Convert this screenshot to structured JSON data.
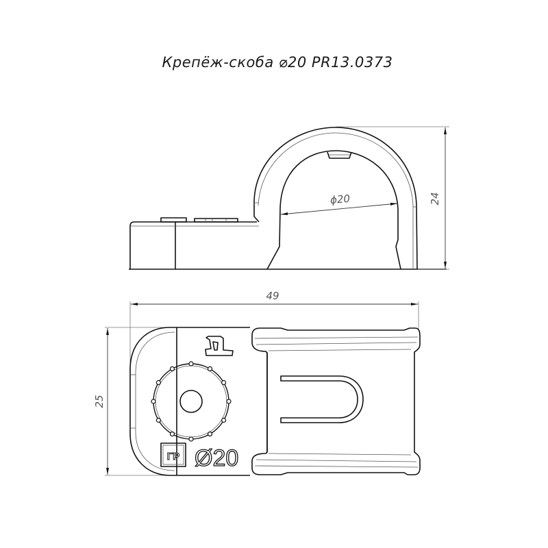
{
  "title": "Крепёж-скоба ⌀20 PR13.0373",
  "side_view": {
    "inner_diameter_label": "ϕ20",
    "height_label": "24"
  },
  "top_view": {
    "width_label": "49",
    "depth_label": "25",
    "marking_logo": "ГР",
    "marking_size": "Ø20"
  },
  "colors": {
    "line": "#111111",
    "dimension": "#555555",
    "background": "#ffffff"
  }
}
